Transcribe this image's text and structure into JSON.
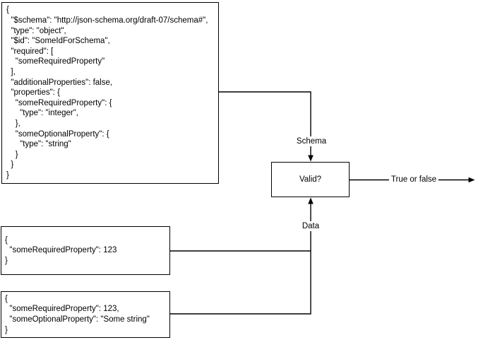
{
  "nodes": {
    "schema": {
      "text": "{\n  \"$schema\": \"http://json-schema.org/draft-07/schema#\",\n  \"type\": \"object\",\n  \"$id\": \"SomeIdForSchema\",\n  \"required\": [\n    \"someRequiredProperty\"\n  ],\n  \"additionalProperties\": false,\n  \"properties\": {\n    \"someRequiredProperty\": {\n      \"type\": \"integer\",\n    },\n    \"someOptionalProperty\": {\n      \"type\": \"string\"\n    }\n  }\n}"
    },
    "data1": {
      "text": "{\n  \"someRequiredProperty\": 123\n}"
    },
    "data2": {
      "text": "{\n  \"someRequiredProperty\": 123,\n  \"someOptionalProperty\": \"Some string\"\n}"
    },
    "valid": {
      "label": "Valid?"
    }
  },
  "edge_labels": {
    "schema": "Schema",
    "data": "Data",
    "output": "True or false"
  },
  "colors": {
    "stroke": "#000000",
    "background": "#ffffff",
    "text": "#000000"
  }
}
